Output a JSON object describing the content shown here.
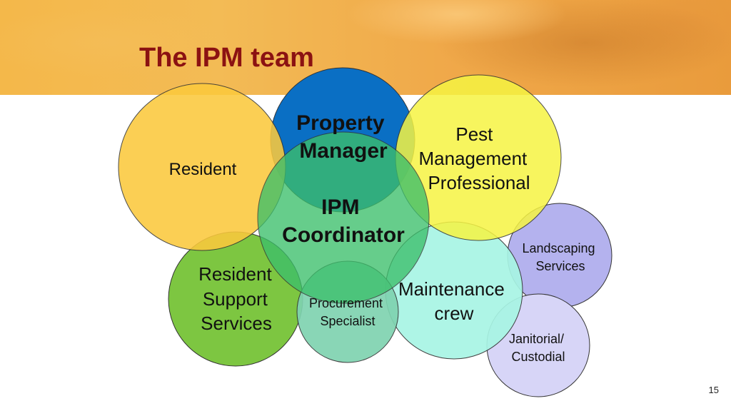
{
  "title": "The IPM team",
  "page_number": "15",
  "team": {
    "resident": [
      "Resident"
    ],
    "property_manager": [
      "Property",
      "Manager"
    ],
    "pest_management": [
      "Pest",
      "Management",
      "Professional"
    ],
    "ipm_coordinator": [
      "IPM",
      "Coordinator"
    ],
    "resident_support": [
      "Resident",
      "Support",
      "Services"
    ],
    "procurement": [
      "Procurement",
      "Specialist"
    ],
    "maintenance": [
      "Maintenance",
      "crew"
    ],
    "landscaping": [
      "Landscaping",
      "Services"
    ],
    "janitorial": [
      "Janitorial/",
      "Custodial"
    ]
  },
  "colors": {
    "title": "#8b1212",
    "resident": "#fbc93d",
    "property_manager": "#0a6fc4",
    "pest_management": "#f6f442",
    "ipm_coordinator": "#3cbf6b",
    "resident_support": "#7dc641",
    "procurement": "#7fd3b0",
    "maintenance": "#a8f5e4",
    "landscaping": "#b4b2ee",
    "janitorial": "#d7d5f7"
  }
}
